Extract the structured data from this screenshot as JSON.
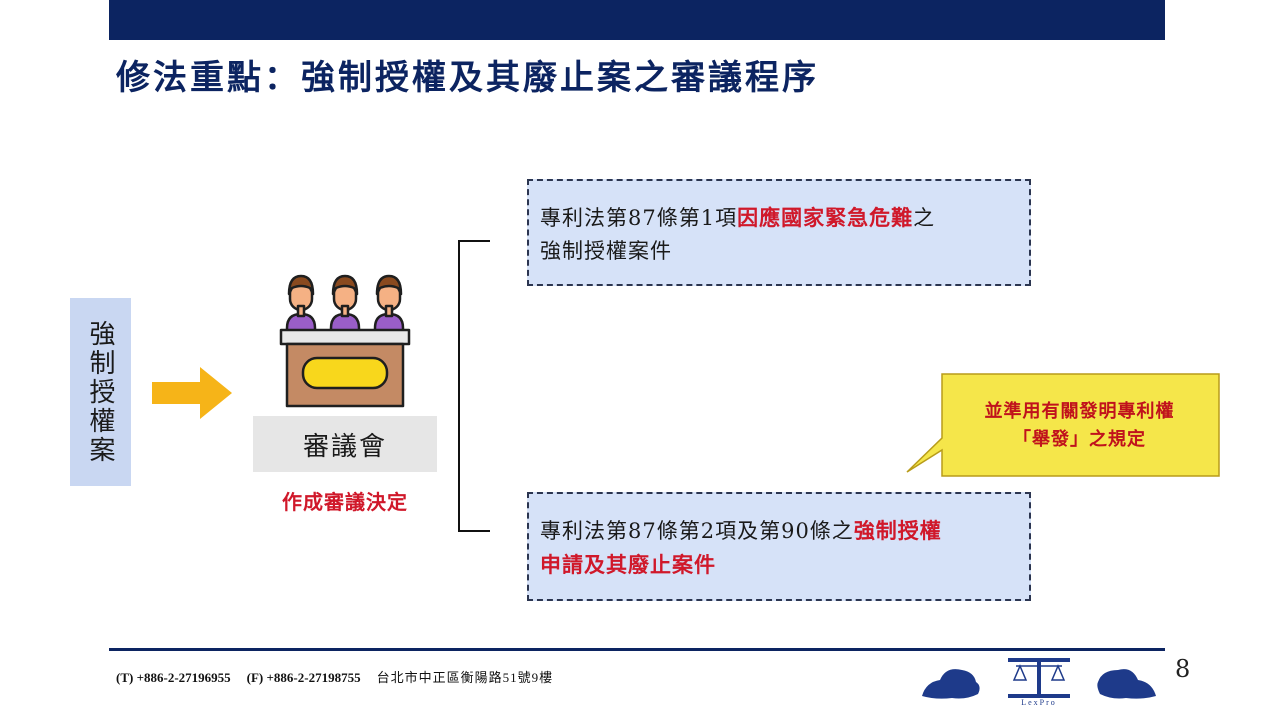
{
  "title": "修法重點：強制授權及其廢止案之審議程序",
  "left_label": "強制授權案",
  "council": {
    "label": "審議會",
    "decision": "作成審議決定"
  },
  "box_upper": {
    "line1_plain": "專利法第87條第1項",
    "line1_highlight": "因應國家緊急危難",
    "line1_tail": "之",
    "line2": "強制授權案件"
  },
  "box_lower": {
    "line1_plain": "專利法第87條第2項及第90條之",
    "line1_highlight": "強制授權",
    "line2_highlight": "申請及其廢止案件"
  },
  "callout": {
    "line1": "並準用有關發明專利權",
    "line2": "「舉發」之規定"
  },
  "footer": {
    "phone": "(T) +886-2-27196955",
    "fax": "(F) +886-2-27198755",
    "address": "台北市中正區衡陽路51號9樓",
    "logo_text": "LexPro"
  },
  "page_number": "8",
  "colors": {
    "navy": "#0c2461",
    "red": "#d0182a",
    "box_fill": "#d6e2f8",
    "label_fill": "#c9d7f2",
    "arrow": "#f6b418",
    "callout_fill": "#f5e64a"
  },
  "icons": [
    "arrow-right-icon",
    "judges-panel-icon",
    "callout-icon",
    "lexpro-logo"
  ]
}
